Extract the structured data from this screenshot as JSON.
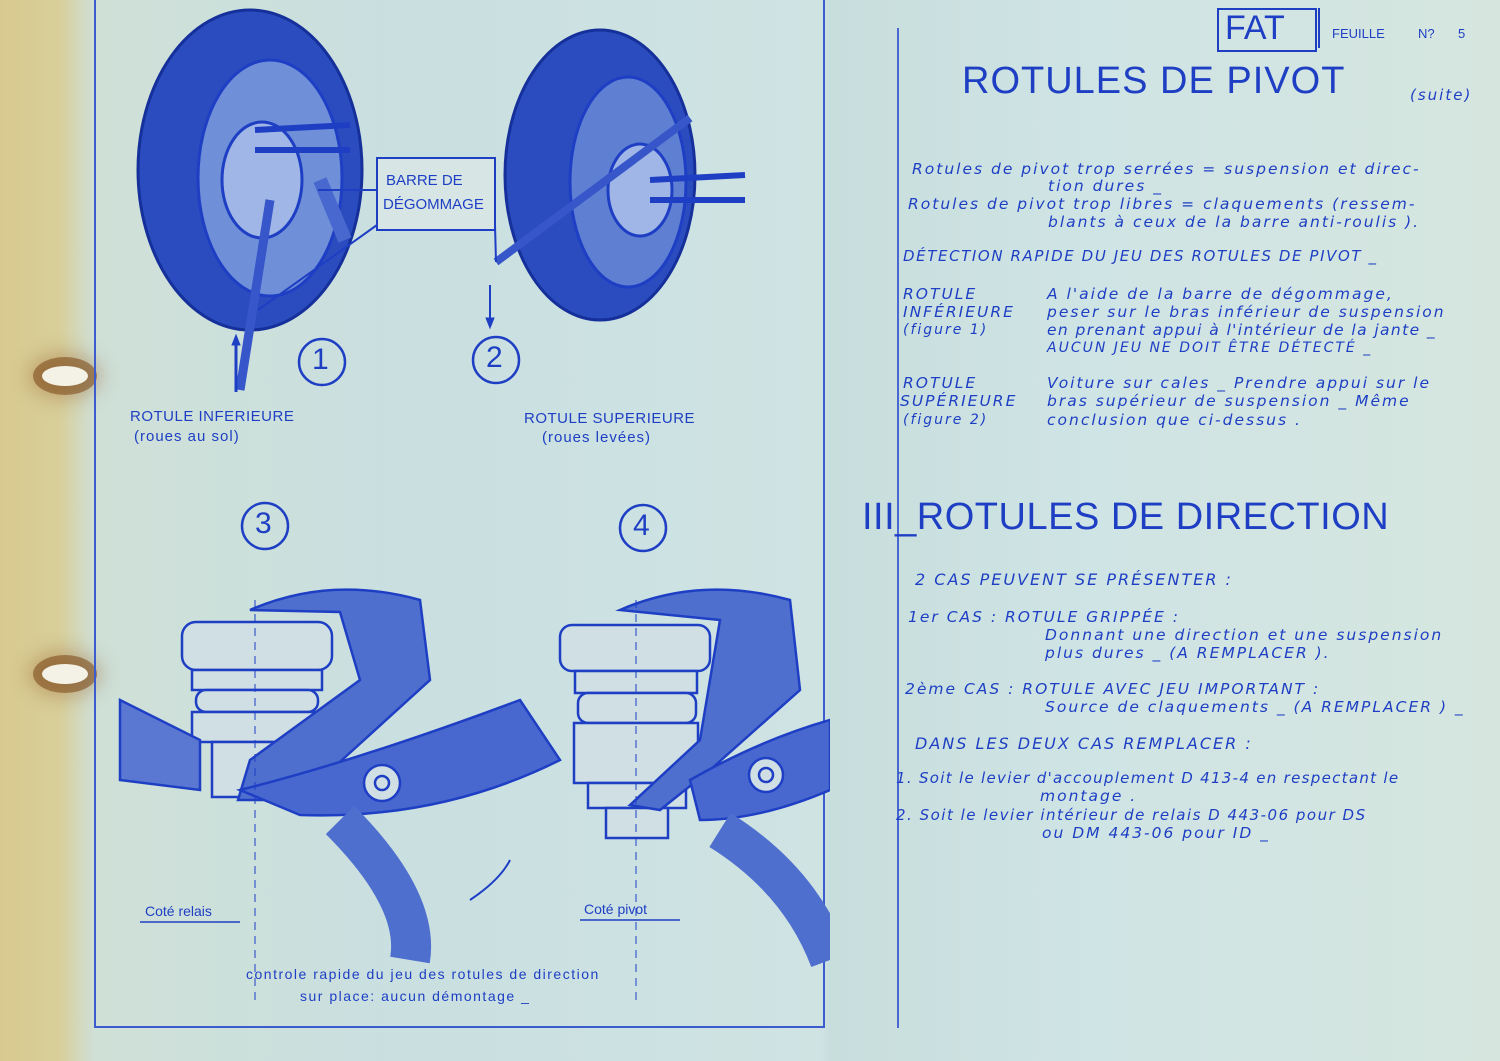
{
  "header": {
    "stamp": "FAT",
    "sheet_label": "FEUILLE",
    "sheet_no_label": "N?",
    "sheet_no": "5"
  },
  "left": {
    "callout": {
      "line1": "BARRE DE",
      "line2": "DÉGOMMAGE"
    },
    "fig1": {
      "number": "1",
      "caption1": "ROTULE INFERIEURE",
      "caption2": "(roues au sol)"
    },
    "fig2": {
      "number": "2",
      "caption1": "ROTULE SUPERIEURE",
      "caption2": "(roues levées)"
    },
    "fig3": {
      "number": "3",
      "caption": "Coté relais"
    },
    "fig4": {
      "number": "4",
      "caption": "Coté pivot"
    },
    "footer1": "controle rapide du jeu des rotules de direction",
    "footer2": "sur place: aucun démontage _"
  },
  "right": {
    "title": "ROTULES DE PIVOT",
    "title_suffix": "(suite)",
    "intro": [
      "Rotules de pivot trop serrées = suspension et direc-",
      "tion dures _",
      "Rotules de pivot trop libres = claquements (ressem-",
      "blants à ceux de la barre anti-roulis )."
    ],
    "detection_heading": "DÉTECTION RAPIDE DU JEU DES ROTULES DE PIVOT _",
    "inferieure": {
      "label": [
        "ROTULE",
        "INFÉRIEURE",
        "(figure 1)"
      ],
      "text": [
        "A l'aide de la barre de dégommage,",
        "peser sur le bras inférieur de suspension",
        "en prenant appui à l'intérieur de la jante _",
        "AUCUN JEU NE DOIT ÊTRE DÉTECTÉ _"
      ]
    },
    "superieure": {
      "label": [
        "ROTULE",
        "SUPÉRIEURE",
        "(figure 2)"
      ],
      "text": [
        "Voiture sur cales _ Prendre appui sur le",
        "bras supérieur de suspension _ Même",
        "conclusion que ci-dessus ."
      ]
    },
    "section_title": "III_ROTULES DE DIRECTION",
    "cases_heading": "2 CAS PEUVENT SE PRÉSENTER :",
    "case1": {
      "label": "1er CAS : ROTULE GRIPPÉE :",
      "text": [
        "Donnant une direction et une suspension",
        "plus dures _ (A REMPLACER )."
      ]
    },
    "case2": {
      "label": "2ème CAS : ROTULE AVEC JEU IMPORTANT :",
      "text": [
        "Source de claquements _ (A REMPLACER ) _"
      ]
    },
    "replace_heading": "DANS LES DEUX CAS REMPLACER :",
    "replace_items": [
      "1. Soit le levier d'accouplement D 413-4 en respectant le",
      "montage .",
      "2. Soit le levier intérieur de relais D 443-06 pour DS",
      "ou DM 443-06 pour ID _"
    ]
  }
}
